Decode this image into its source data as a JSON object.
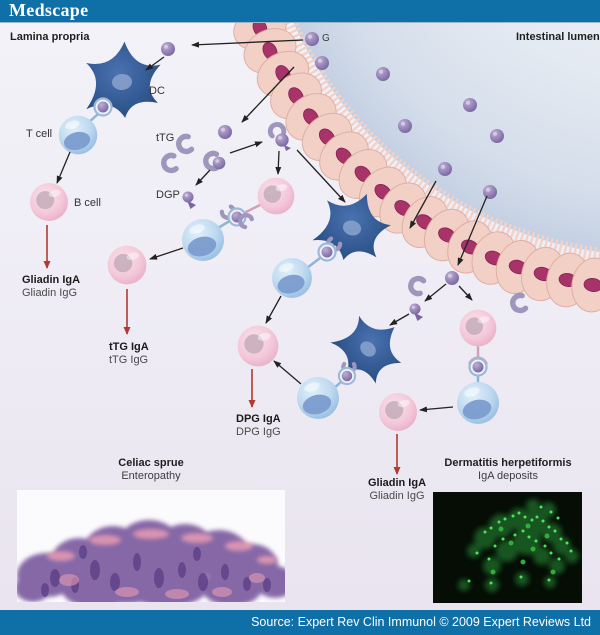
{
  "window": {
    "brand": "Medscape"
  },
  "regions": {
    "lamina_propria": "Lamina propria",
    "intestinal_lumen": "Intestinal lumen"
  },
  "entities": {
    "gliadin": "G",
    "dendritic_cell": "DC",
    "t_cell": "T cell",
    "b_cell": "B cell",
    "ttg": "tTG",
    "dgp": "DGP"
  },
  "antibodies": {
    "gliadin_left": {
      "line1": "Gliadin IgA",
      "line2": "Gliadin IgG"
    },
    "ttg": {
      "line1": "tTG IgA",
      "line2": "tTG IgG"
    },
    "dpg": {
      "line1": "DPG IgA",
      "line2": "DPG IgG"
    },
    "gliadin_bottom": {
      "line1": "Gliadin IgA",
      "line2": "Gliadin IgG"
    }
  },
  "photos": {
    "celiac": {
      "title": "Celiac sprue",
      "subtitle": "Enteropathy"
    },
    "dermatitis": {
      "title": "Dermatitis herpetiformis",
      "subtitle": "IgA deposits"
    }
  },
  "footer": {
    "source": "Source: Expert Rev Clin Immunol © 2009 Expert Reviews Ltd"
  },
  "colors": {
    "brand_blue": "#0f6fa7",
    "red_arrow": "#b23a31",
    "epithelium": "#f2d0c6",
    "epithelium_nucleus": "#a83368",
    "lumen_blue": "#c9d4e6",
    "gliadin_purple": "#8672a8",
    "fluorescence_green": "#4ee25d",
    "background": "#edeaf3"
  }
}
